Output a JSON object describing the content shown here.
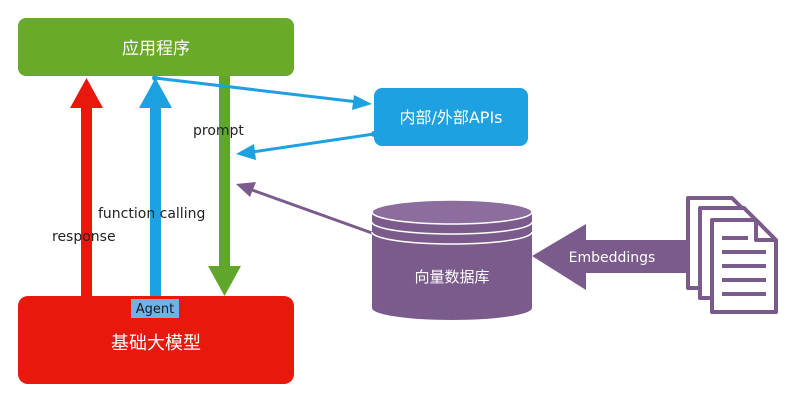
{
  "nodes": {
    "app": {
      "label": "应用程序"
    },
    "llm": {
      "label": "基础大模型"
    },
    "apis": {
      "label": "内部/外部APIs"
    },
    "vectordb": {
      "label": "向量数据库"
    },
    "embeddings": {
      "label": "Embeddings"
    }
  },
  "edges": {
    "response": "response",
    "function_calling": "function calling",
    "prompt": "prompt",
    "agent": "Agent"
  },
  "colors": {
    "app_green": "#6aaa2a",
    "llm_red": "#e8180c",
    "api_blue": "#1ea1e0",
    "db_purple": "#7b5b8c",
    "arrow_red": "#e8180c",
    "arrow_blue": "#1ea1e0",
    "arrow_green": "#5fa62a",
    "arrow_purple": "#7b5b8c",
    "agent_highlight": "#6fb3e6"
  },
  "icons": [
    "documents-icon"
  ]
}
